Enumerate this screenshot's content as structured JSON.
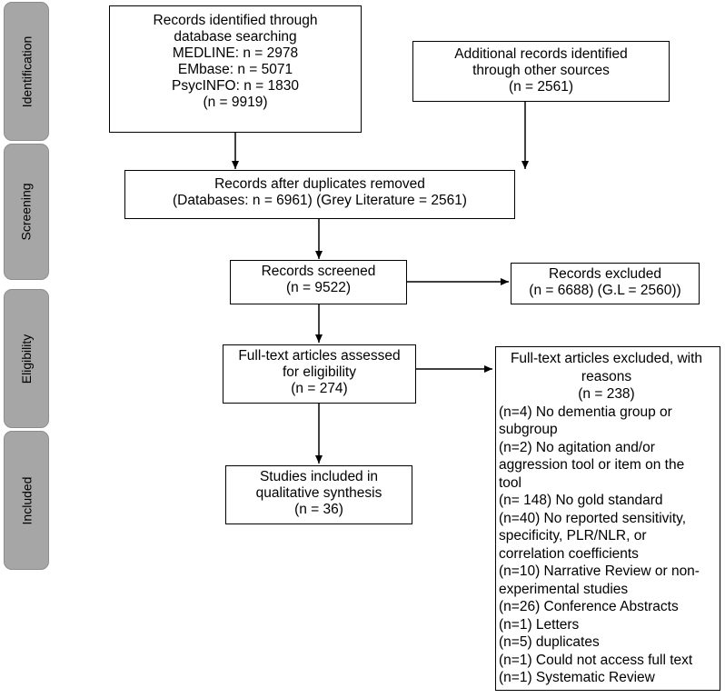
{
  "phases": {
    "identification": "Identification",
    "screening": "Screening",
    "eligibility": "Eligibility",
    "included": "Included"
  },
  "boxes": {
    "database_records": [
      "Records identified through",
      "database searching",
      "MEDLINE: n = 2978",
      "EMbase: n = 5071",
      "PsycINFO: n = 1830",
      "(n = 9919)"
    ],
    "other_sources": [
      "Additional records identified",
      "through other sources",
      "(n = 2561)"
    ],
    "after_duplicates": [
      "Records after duplicates removed",
      "(Databases: n = 6961) (Grey Literature = 2561)"
    ],
    "screened": [
      "Records screened",
      "(n = 9522)"
    ],
    "excluded": [
      "Records excluded",
      "(n = 6688) (G.L = 2560))"
    ],
    "full_text_assessed": [
      "Full-text articles assessed",
      "for eligibility",
      "(n = 274)"
    ],
    "included_studies": [
      "Studies included in",
      "qualitative synthesis",
      "(n = 36)"
    ],
    "full_text_excluded_header": [
      "Full-text articles excluded, with",
      "reasons",
      "(n = 238)"
    ],
    "full_text_excluded_reasons": [
      "(n=4) No dementia group or",
      "subgroup",
      "(n=2) No agitation and/or",
      "aggression tool or item on the",
      "tool",
      "(n= 148) No gold standard",
      "(n=40) No reported sensitivity,",
      "specificity, PLR/NLR, or",
      "correlation coefficients",
      "(n=10) Narrative Review or non-",
      "experimental studies",
      "(n=26) Conference Abstracts",
      "(n=1) Letters",
      "(n=5) duplicates",
      "(n=1) Could not access full text",
      "(n=1) Systematic Review"
    ]
  }
}
